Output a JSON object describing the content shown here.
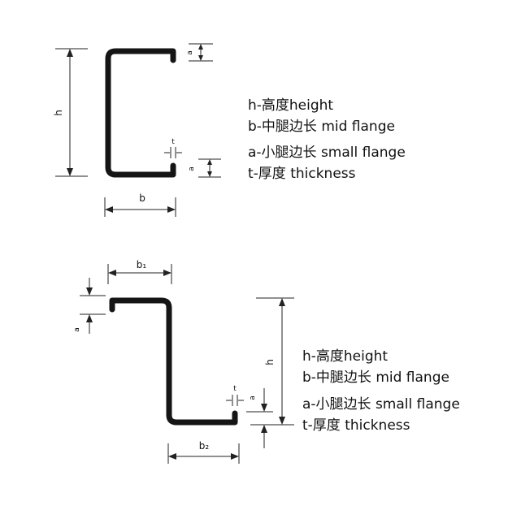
{
  "c_section": {
    "labels": {
      "h": "h",
      "b": "b",
      "a_top": "a",
      "a_bottom": "a",
      "t": "t"
    },
    "legend": [
      "h-高度height",
      "b-中腿边长 mid flange",
      "a-小腿边长 small flange",
      "t-厚度 thickness"
    ]
  },
  "z_section": {
    "labels": {
      "b1": "b₁",
      "b2": "b₂",
      "h": "h",
      "a_left": "a",
      "a_right": "a",
      "t": "t"
    },
    "legend": [
      "h-高度height",
      "b-中腿边长 mid flange",
      "a-小腿边长 small flange",
      "t-厚度 thickness"
    ]
  }
}
